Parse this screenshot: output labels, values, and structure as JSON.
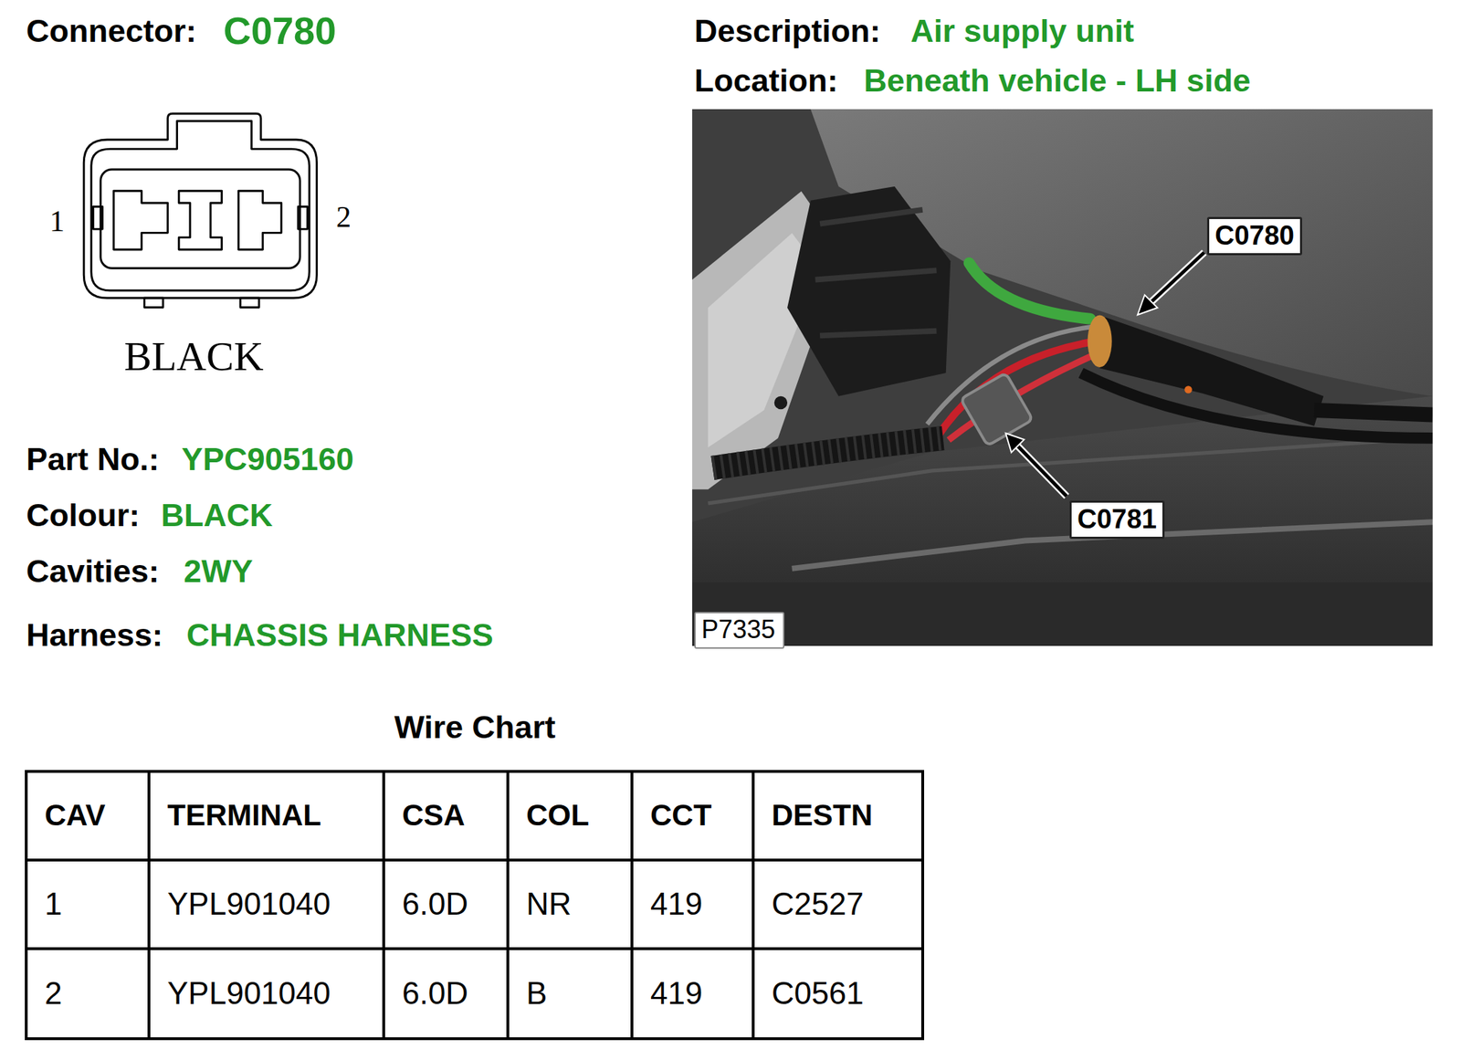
{
  "diagram": {
    "nodes": [
      {
        "text": [
          "C0780"
        ]
      },
      {
        "text": [
          "C0781"
        ]
      },
      {
        "text": [
          "P7335"
        ]
      }
    ],
    "labels": [
      "Connector:",
      "C0780",
      "Description:",
      "Air supply unit",
      "Location:",
      "Beneath vehicle - LH side",
      "1",
      "2",
      "BLACK",
      "Part No.:",
      "YPC905160",
      "Colour:",
      "BLACK",
      "Cavities:",
      "2WY",
      "Harness:",
      "CHASSIS HARNESS",
      "Wire Chart",
      "CAV",
      "TERMINAL",
      "CSA",
      "COL",
      "CCT",
      "DESTN",
      "1",
      "YPL901040",
      "6.0D",
      "NR",
      "419",
      "C2527",
      "2",
      "YPL901040",
      "6.0D",
      "B",
      "419",
      "C0561"
    ]
  }
}
